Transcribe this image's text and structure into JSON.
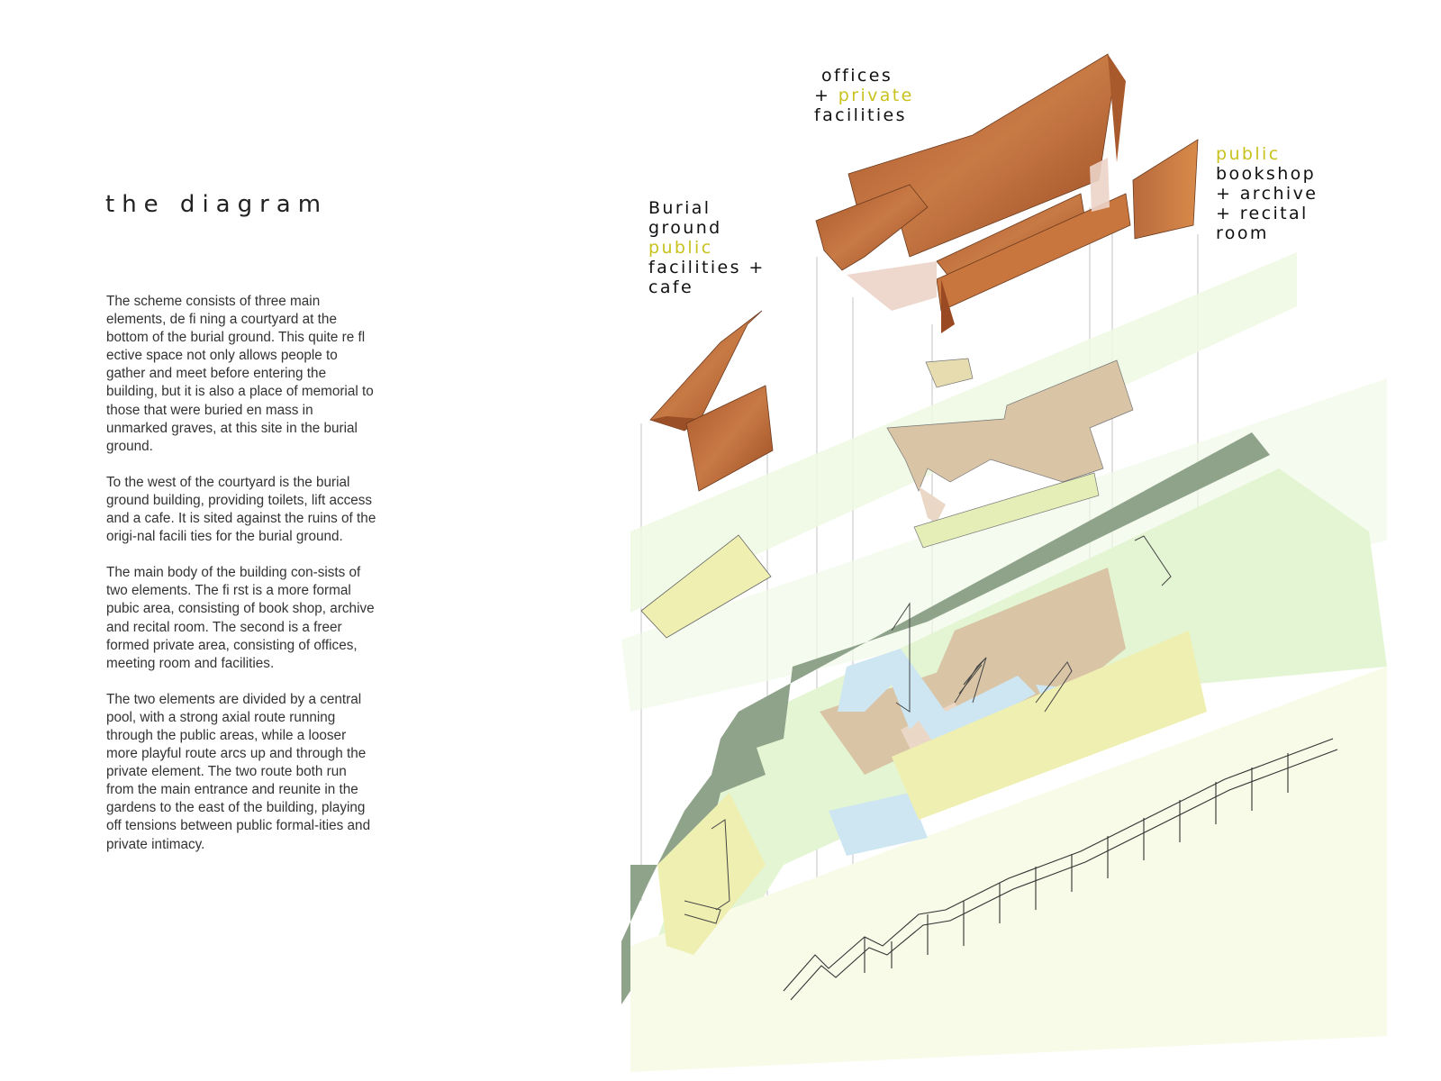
{
  "title": "the diagram",
  "paragraphs": [
    "The scheme consists of three main elements, de fi ning a courtyard at the bottom of the burial ground. This quite re fl ective space not only allows people to gather and meet before entering the building, but it is also a place of memorial to those that were buried en mass in unmarked graves, at this site in the burial ground.",
    "To the west of the courtyard is the burial ground building, providing toilets, lift access and a cafe. It is sited against the ruins of the origi-nal facili ties for the burial ground.",
    "The main body of the building con-sists of two elements. The fi rst is a more formal pubic area, consisting of book shop, archive and recital room. The second is a freer formed private area, consisting of offices, meeting room and facilities.",
    "The two elements are divided by a central pool, with a strong axial route running through the public areas, while a looser more playful route arcs up and through the private element. The two route both run from the main entrance and reunite in the gardens to the east of the building, playing off tensions between public formal-ities and private intimacy."
  ],
  "labels": {
    "offices": {
      "l1": "offices",
      "l2a": "+ ",
      "l2b": "private",
      "l3": "facilities"
    },
    "burial": {
      "l1": "Burial",
      "l2": "ground",
      "l3": "public",
      "l4": "facilities +",
      "l5": "cafe"
    },
    "bookshop": {
      "l1": "public",
      "l2": "bookshop",
      "l3": "+ archive",
      "l4": "+ recital",
      "l5": "room"
    }
  },
  "colors": {
    "highlight": "#c8c21e",
    "corten": "#b8652e",
    "corten_light": "#d7a07a",
    "tan": "#d9c4a6",
    "pale_yellow": "#efefb2",
    "pale_green": "#e6f5d6",
    "sage": "#8fa38a",
    "pool": "#cde6f2"
  }
}
